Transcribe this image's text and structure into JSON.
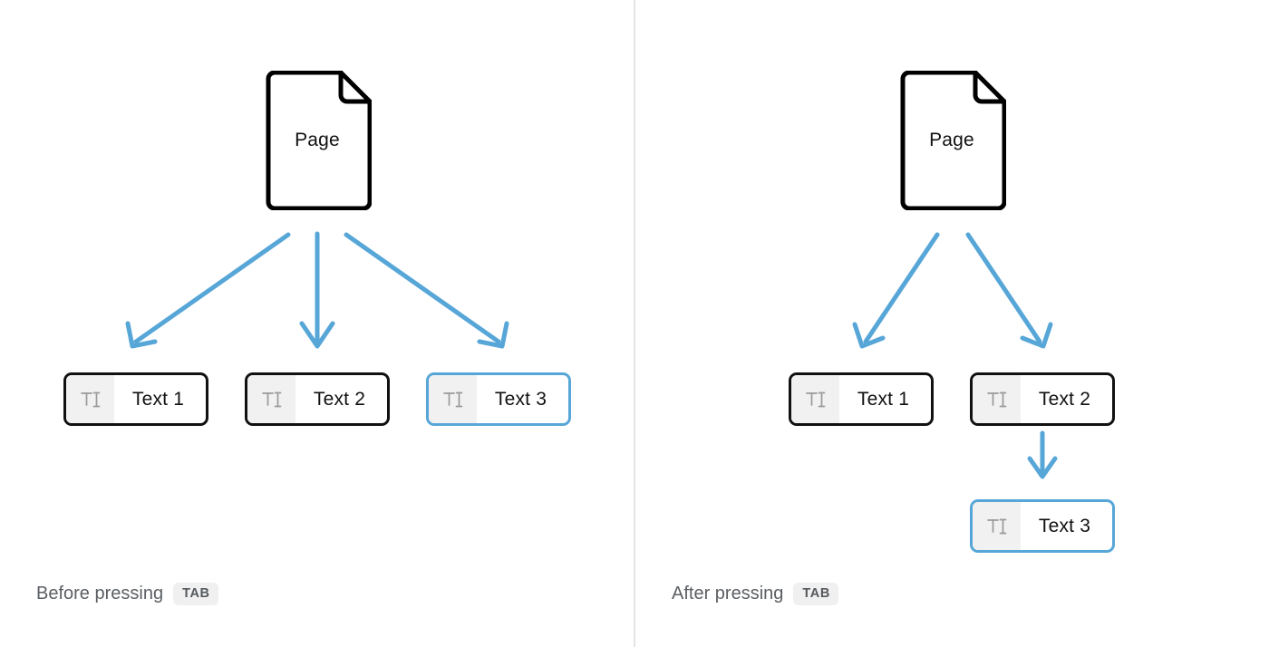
{
  "colors": {
    "arrow_blue": "#57a6d8",
    "selected_border": "#57a6d8",
    "node_border": "#111111",
    "icon_cell_bg": "#f1f1f1",
    "divider": "#e3e4e6",
    "caption_text": "#5b5f63",
    "kbd_bg": "#f0f0f0"
  },
  "left_panel": {
    "page": {
      "label": "Page"
    },
    "nodes": [
      {
        "label": "Text 1",
        "icon": "text-field-icon",
        "selected": false
      },
      {
        "label": "Text 2",
        "icon": "text-field-icon",
        "selected": false
      },
      {
        "label": "Text 3",
        "icon": "text-field-icon",
        "selected": true
      }
    ],
    "caption": {
      "text": "Before pressing",
      "key": "TAB"
    }
  },
  "right_panel": {
    "page": {
      "label": "Page"
    },
    "nodes": [
      {
        "label": "Text 1",
        "icon": "text-field-icon",
        "selected": false
      },
      {
        "label": "Text 2",
        "icon": "text-field-icon",
        "selected": false
      },
      {
        "label": "Text 3",
        "icon": "text-field-icon",
        "selected": true
      }
    ],
    "caption": {
      "text": "After pressing",
      "key": "TAB"
    }
  }
}
